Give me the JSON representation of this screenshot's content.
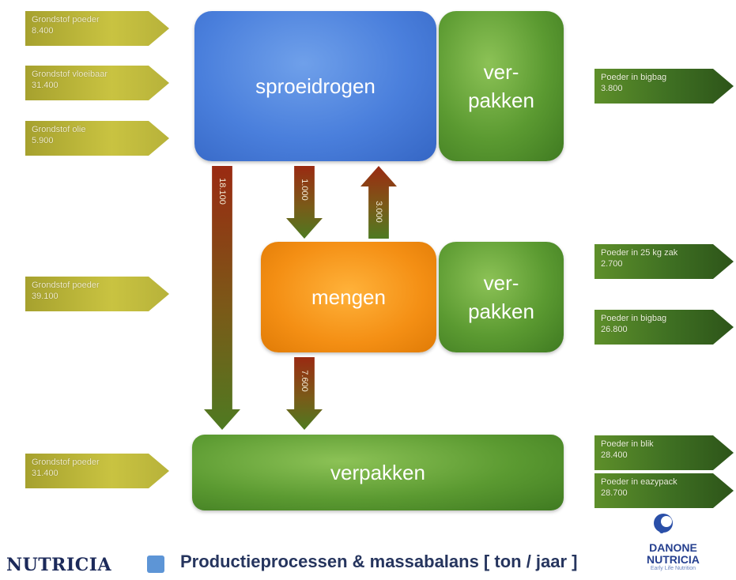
{
  "inputs": [
    {
      "label": "Grondstof poeder",
      "value": "8.400"
    },
    {
      "label": "Grondstof  vloeibaar",
      "value": "31.400"
    },
    {
      "label": "Grondstof olie",
      "value": "5.900"
    },
    {
      "label": "Grondstof poeder",
      "value": "39.100"
    },
    {
      "label": "Grondstof poeder",
      "value": "31.400"
    }
  ],
  "outputs": [
    {
      "label": "Poeder in bigbag",
      "value": "3.800"
    },
    {
      "label": "Poeder in 25 kg zak",
      "value": "2.700"
    },
    {
      "label": "Poeder in bigbag",
      "value": "26.800"
    },
    {
      "label": "Poeder in blik",
      "value": "28.400"
    },
    {
      "label": "Poeder in eazypack",
      "value": "28.700"
    }
  ],
  "processes": {
    "spray_drying": "sproeidrogen",
    "mixing": "mengen",
    "packing_top": "ver-\npakken",
    "packing_mid": "ver-\npakken",
    "packing_bottom": "verpakken"
  },
  "flows": {
    "spray_to_packing": "18.100",
    "spray_to_mixing": "1.000",
    "mixing_to_spray": "3.000",
    "mixing_to_packing": "7.600"
  },
  "footer": {
    "brand": "NUTRICIA",
    "title": "Productieprocessen & massabalans  [ ton / jaar ]",
    "partner_line1": "DANONE",
    "partner_line2": "NUTRICIA",
    "partner_tagline": "Early Life Nutrition"
  },
  "colors": {
    "spray_block": "#4a7fdc",
    "packing_block": "#5b9a31",
    "mixing_block": "#f48f14",
    "input_arrow": "#c9c341",
    "output_arrow": "#3e6f22",
    "flow_arrow_top": "#9a2a12",
    "flow_arrow_bottom": "#4e7a21"
  }
}
